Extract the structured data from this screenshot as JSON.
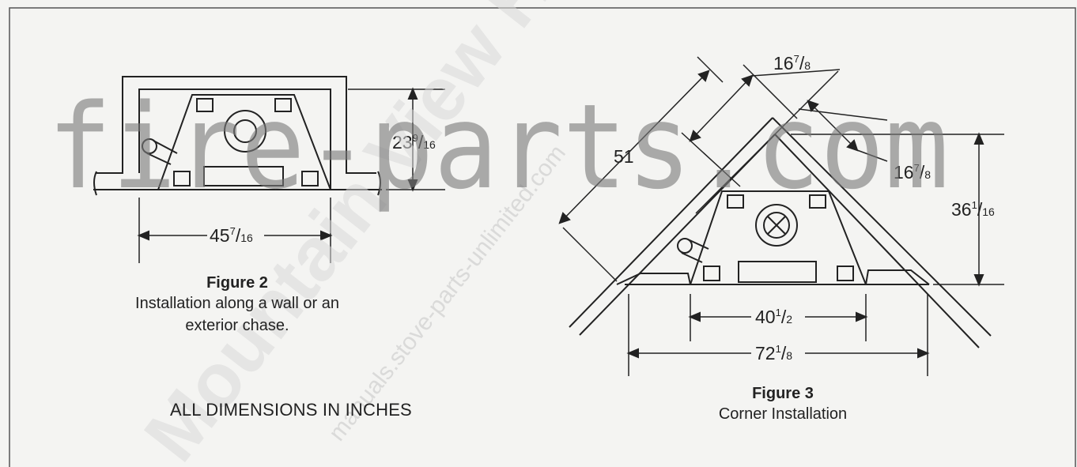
{
  "watermark": {
    "main": "fire-parts.com",
    "diagonal": "Mountain View Hearth",
    "diagonal_small": "manuals.stove-parts-unlimited.com"
  },
  "figure2": {
    "title": "Figure 2",
    "caption_line1": "Installation along a wall or an",
    "caption_line2": "exterior chase.",
    "dim_height": {
      "whole": "23",
      "num": "9",
      "den": "16"
    },
    "dim_width": {
      "whole": "45",
      "num": "7",
      "den": "16"
    }
  },
  "figure3": {
    "title": "Figure 3",
    "caption": "Corner Installation",
    "dim_diagonal": {
      "whole": "51"
    },
    "dim_side_top": {
      "whole": "16",
      "num": "7",
      "den": "8"
    },
    "dim_side_right": {
      "whole": "16",
      "num": "7",
      "den": "8"
    },
    "dim_height": {
      "whole": "36",
      "num": "1",
      "den": "16"
    },
    "dim_inner_width": {
      "whole": "40",
      "num": "1",
      "den": "2"
    },
    "dim_outer_width": {
      "whole": "72",
      "num": "1",
      "den": "8"
    }
  },
  "note": "ALL DIMENSIONS IN INCHES"
}
